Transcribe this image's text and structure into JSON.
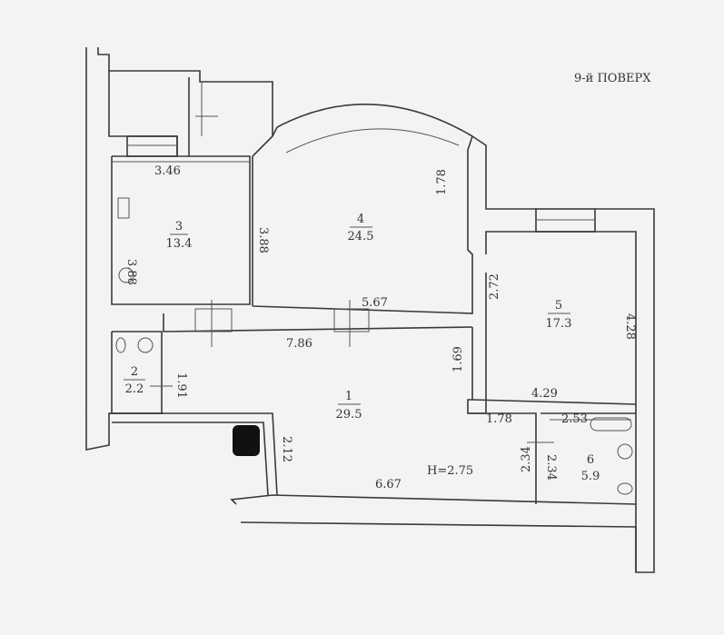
{
  "floor_label": "9-й ПОВЕРХ",
  "ceiling_height": "H=2.75",
  "rooms": [
    {
      "number": "1",
      "area": "29.5"
    },
    {
      "number": "2",
      "area": "2.2"
    },
    {
      "number": "3",
      "area": "13.4"
    },
    {
      "number": "4",
      "area": "24.5"
    },
    {
      "number": "5",
      "area": "17.3"
    },
    {
      "number": "6",
      "area": "5.9"
    }
  ],
  "dimensions": {
    "d_3_46": "3.46",
    "d_3_88_left": "3.88",
    "d_3_88_mid": "3.88",
    "d_1_78_top": "1.78",
    "d_5_67": "5.67",
    "d_2_72": "2.72",
    "d_4_28": "4.28",
    "d_7_86": "7.86",
    "d_1_69": "1.69",
    "d_4_29": "4.29",
    "d_1_91": "1.91",
    "d_1_78_bottom": "1.78",
    "d_2_53": "2.53",
    "d_2_12": "2.12",
    "d_2_34_a": "2.34",
    "d_2_34_b": "2.34",
    "d_6_67": "6.67"
  }
}
